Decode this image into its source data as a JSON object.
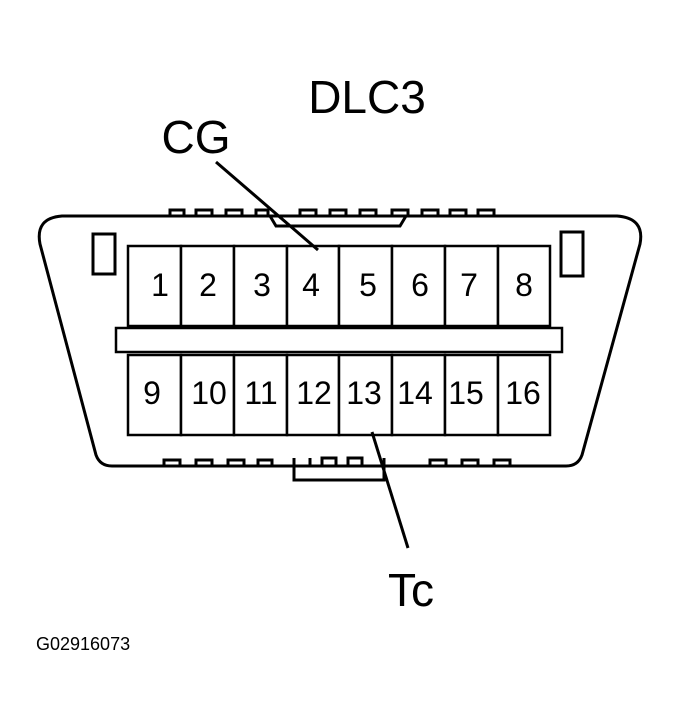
{
  "title": "DLC3",
  "callouts": {
    "top": "CG",
    "bottom": "Tc"
  },
  "pins_top": [
    "1",
    "2",
    "3",
    "4",
    "5",
    "6",
    "7",
    "8"
  ],
  "pins_bottom": [
    "9",
    "10",
    "11",
    "12",
    "13",
    "14",
    "15",
    "16"
  ],
  "figure_code": "G02916073"
}
